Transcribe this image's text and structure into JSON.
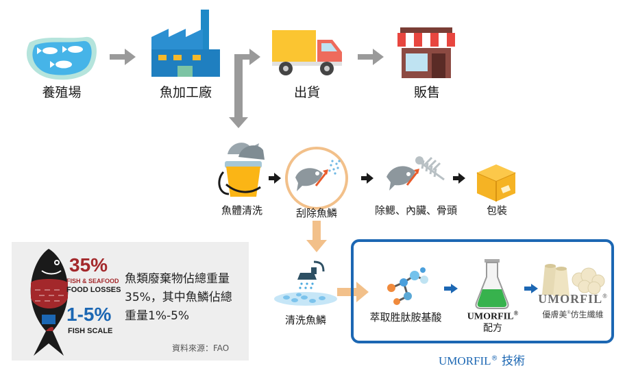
{
  "top_flow": {
    "fish_farm": "養殖場",
    "processing_plant": "魚加工廠",
    "shipping": "出貨",
    "retail": "販售"
  },
  "processing_steps": {
    "wash": "魚體清洗",
    "descale": "刮除魚鱗",
    "remove_parts": "除鰓、內臟、骨頭",
    "packaging": "包裝"
  },
  "scale_washing": "清洗魚鱗",
  "technology": {
    "extract": "萃取胜肽胺基酸",
    "formula_brand": "UMORFIL",
    "formula_reg": "®",
    "formula_suffix": "配方",
    "fiber_brand": "UMORFIL",
    "fiber_reg": "®",
    "fiber_name_a": "優膚美",
    "fiber_name_reg": "®",
    "fiber_name_b": "仿生纖維",
    "caption_brand": "UMORFIL",
    "caption_reg": "®",
    "caption_text": " 技術"
  },
  "waste_info": {
    "pct_food": "35%",
    "food_line1": "FISH & SEAFOOD",
    "food_line2": "FOOD LOSSES",
    "pct_scale": "1-5%",
    "scale_label": "FISH SCALE",
    "note_line1": "魚類廢棄物佔總重量",
    "note_line2": "35%，其中魚鱗佔總",
    "note_line3": "重量1%-5%",
    "source": "資料來源：FAO"
  },
  "colors": {
    "arrow_grey": "#9a9a9a",
    "arrow_dark": "#1a1a1a",
    "arrow_blue": "#1c67b3",
    "frame_blue": "#1c67b3",
    "highlight_orange": "#f2c08a",
    "waste_red": "#a3282b",
    "scale_blue": "#1c67b3"
  }
}
